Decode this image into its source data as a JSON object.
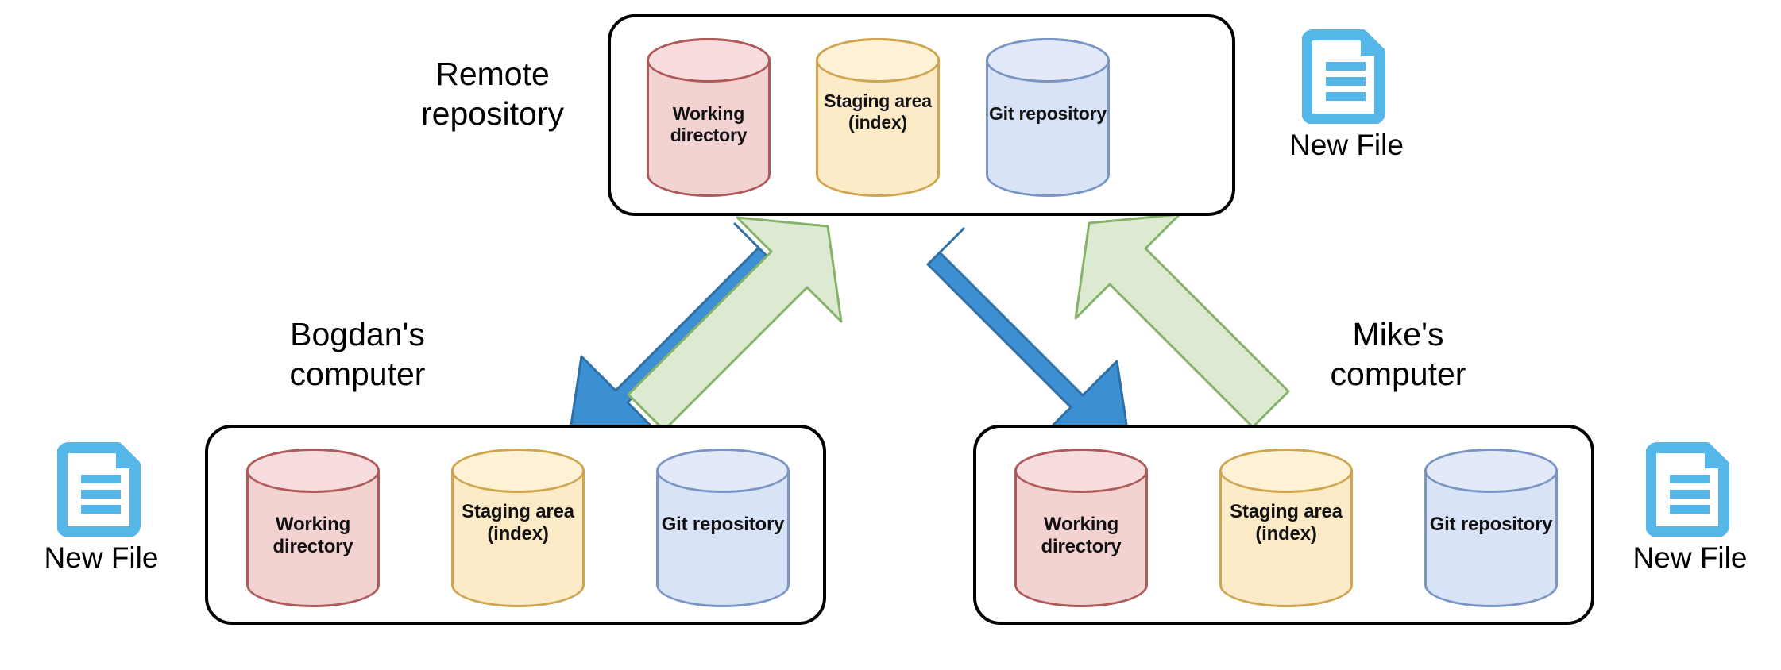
{
  "diagram": {
    "title": "Git distributed workflow diagram",
    "colors": {
      "working_directory_fill": "#F3D2D2",
      "working_directory_stroke": "#AE5A5A",
      "staging_area_fill": "#FCEBC6",
      "staging_area_stroke": "#CFA54F",
      "git_repository_fill": "#D9E3F7",
      "git_repository_stroke": "#7A95C4",
      "box_stroke": "#000000",
      "pull_arrow_fill": "#3C8FD0",
      "pull_arrow_stroke": "#2E6FA8",
      "push_arrow_fill": "#DCEAD2",
      "push_arrow_stroke": "#86B26A",
      "file_icon": "#55B6E8"
    },
    "cylinder_labels": {
      "working_directory": "Working\ndirectory",
      "staging_area": "Staging\narea\n(index)",
      "git_repository": "Git\nrepository"
    }
  },
  "remote": {
    "label": "Remote\nrepository",
    "cylinders": [
      {
        "name": "working-directory",
        "label": "Working\ndirectory",
        "color": "red"
      },
      {
        "name": "staging-area",
        "label": "Staging\narea\n(index)",
        "color": "yellow"
      },
      {
        "name": "git-repository",
        "label": "Git\nrepository",
        "color": "blue"
      }
    ]
  },
  "bogdan": {
    "label": "Bogdan's\ncomputer",
    "cylinders": [
      {
        "name": "working-directory",
        "label": "Working\ndirectory",
        "color": "red"
      },
      {
        "name": "staging-area",
        "label": "Staging\narea\n(index)",
        "color": "yellow"
      },
      {
        "name": "git-repository",
        "label": "Git\nrepository",
        "color": "blue"
      }
    ]
  },
  "mike": {
    "label": "Mike's\ncomputer",
    "cylinders": [
      {
        "name": "working-directory",
        "label": "Working\ndirectory",
        "color": "red"
      },
      {
        "name": "staging-area",
        "label": "Staging\narea\n(index)",
        "color": "yellow"
      },
      {
        "name": "git-repository",
        "label": "Git\nrepository",
        "color": "blue"
      }
    ]
  },
  "files": {
    "top_right": {
      "icon": "new-file-icon",
      "label": "New File"
    },
    "bottom_left": {
      "icon": "new-file-icon",
      "label": "New File"
    },
    "bottom_right": {
      "icon": "new-file-icon",
      "label": "New File"
    }
  },
  "arrows": [
    {
      "name": "remote-to-bogdan",
      "direction": "down-left",
      "style": "blue-solid"
    },
    {
      "name": "bogdan-to-remote",
      "direction": "up-right",
      "style": "green-outline"
    },
    {
      "name": "remote-to-mike",
      "direction": "down-right",
      "style": "blue-solid"
    },
    {
      "name": "mike-to-remote",
      "direction": "up-left",
      "style": "green-outline"
    }
  ]
}
